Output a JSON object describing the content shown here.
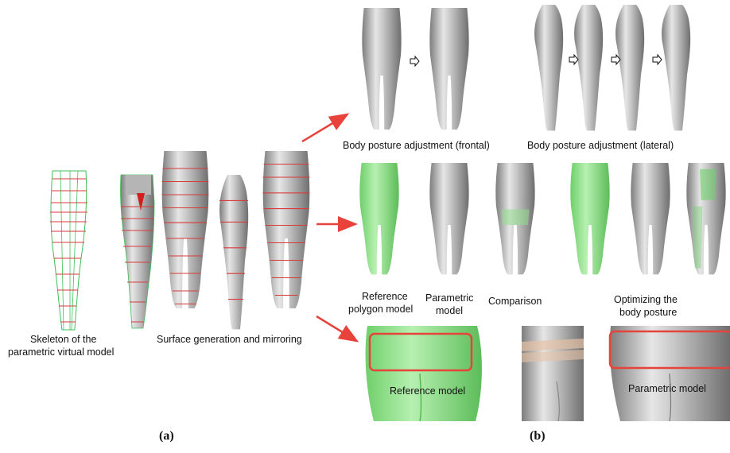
{
  "part_a": {
    "label": "(a)",
    "skeleton_caption_line1": "Skeleton of the",
    "skeleton_caption_line2": "parametric virtual model",
    "surface_caption": "Surface generation and mirroring"
  },
  "part_b": {
    "label": "(b)",
    "frontal_caption": "Body posture adjustment (frontal)",
    "lateral_caption": "Body posture adjustment (lateral)",
    "reference_caption_line1": "Reference",
    "reference_caption_line2": "polygon model",
    "parametric_caption_line1": "Parametric",
    "parametric_caption_line2": "model",
    "comparison_caption": "Comparison",
    "optimizing_caption_line1": "Optimizing the",
    "optimizing_caption_line2": "body posture",
    "inset_reference": "Reference model",
    "inset_parametric": "Parametric model"
  },
  "colors": {
    "arrow": "#e8433b",
    "highlight_box": "#e8433b",
    "green_model": "#7ed67a",
    "silver_model": "#a9a9a9",
    "wire_green": "#3fbf5a",
    "wire_red": "#d83a3a"
  }
}
